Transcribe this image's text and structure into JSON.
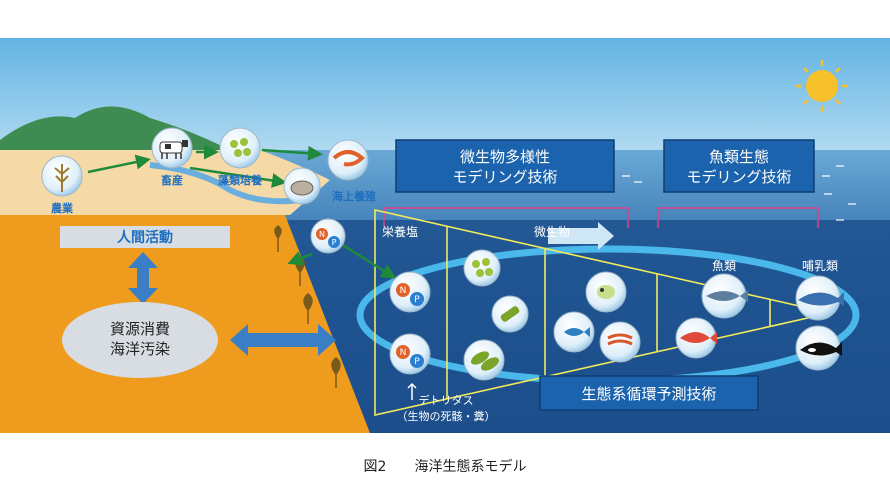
{
  "labels": {
    "farming": "農業",
    "livestock": "畜産",
    "algae_culture": "藻類培養",
    "sea_aquaculture": "海上養殖",
    "human_activity": "人間活動",
    "resource_pollution_1": "資源消費",
    "resource_pollution_2": "海洋汚染",
    "nutrient_salts": "栄養塩",
    "microorganisms": "微生物",
    "fish": "魚類",
    "mammals": "哺乳類",
    "detritus_1": "デトリタス",
    "detritus_2": "（生物の死骸・糞）",
    "nitrogen": "N",
    "phosphorus": "P"
  },
  "boxes": {
    "microbe_model_1": "微生物多様性",
    "microbe_model_2": "モデリング技術",
    "fish_model_1": "魚類生態",
    "fish_model_2": "モデリング技術",
    "cycle_prediction": "生態系循環予測技術"
  },
  "caption": "図2　　海洋生態系モデル",
  "colors": {
    "sky": "#8ec7e8",
    "deep_sea": "#1c4f8a",
    "land": "#ee9b1e",
    "box_fill": "#1b63ad",
    "cycle_ring": "#4ab8ea",
    "pyramid": "#f2ea5a",
    "label_blue": "#1f6fc0",
    "sun": "#f6c12a"
  }
}
